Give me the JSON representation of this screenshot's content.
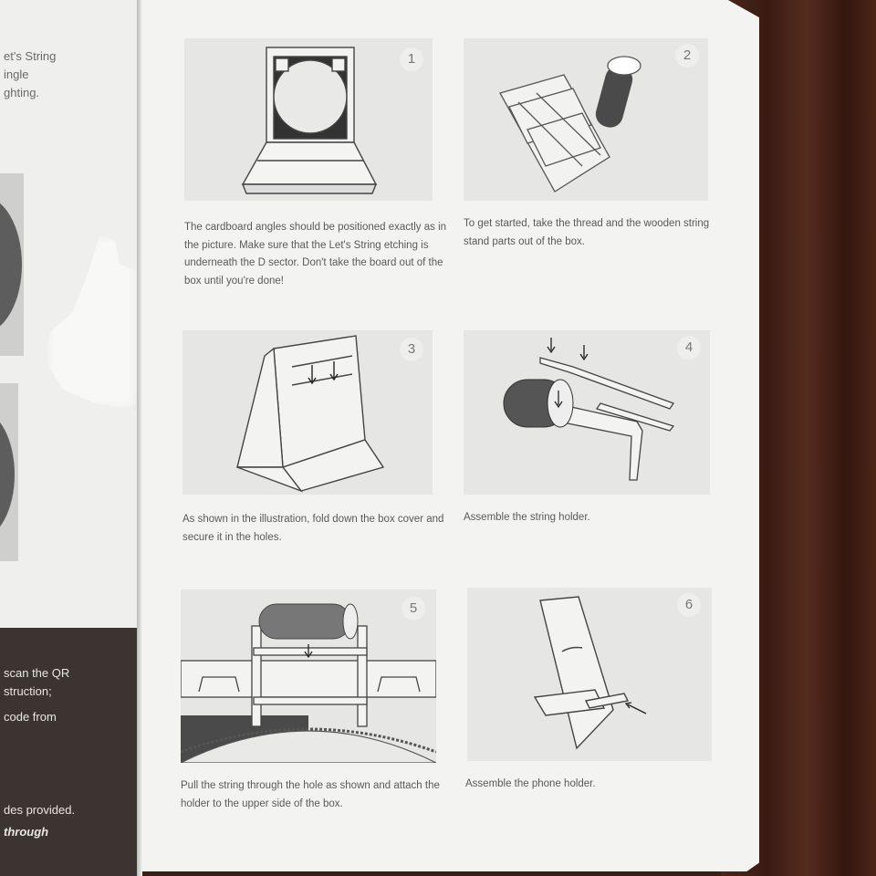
{
  "left_page": {
    "top_lines": [
      "et's String",
      "ingle",
      "ghting."
    ],
    "band_lines": [
      "scan the QR",
      "struction;",
      "code from",
      "des provided."
    ],
    "band_emphasis": "through"
  },
  "steps": [
    {
      "number": "1",
      "caption": "The cardboard angles should be positioned exactly as in the picture. Make sure that the Let's String etching is underneath the D sector. Don't take the board out of the box until you're done!"
    },
    {
      "number": "2",
      "caption": "To get started, take the thread and the wooden string stand parts out of the box."
    },
    {
      "number": "3",
      "caption": "As shown in the illustration, fold down the box cover and secure it in the holes."
    },
    {
      "number": "4",
      "caption": "Assemble the string holder."
    },
    {
      "number": "5",
      "caption": "Pull the string through the hole as shown and attach the holder to the upper side of the box."
    },
    {
      "number": "6",
      "caption": "Assemble the phone holder."
    }
  ],
  "colors": {
    "page": "#f3f3f1",
    "panel": "#e6e6e4",
    "ink": "#5a5a5a",
    "wood": "#3a1f16",
    "band": "#3b3431"
  }
}
